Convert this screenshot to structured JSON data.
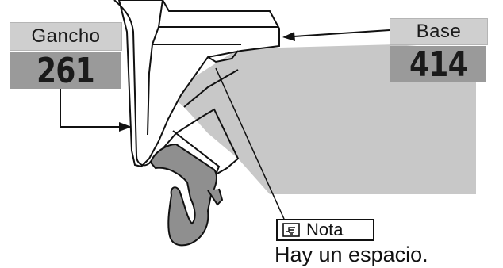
{
  "labels": {
    "gancho": {
      "name": "Gancho",
      "number": "261"
    },
    "base": {
      "name": "Base",
      "number": "414"
    }
  },
  "note": {
    "icon": "pointing-hand-note-icon",
    "title": "Nota",
    "text": "Hay un espacio."
  },
  "colors": {
    "gray_region": "#c8c8c8",
    "hook": "#8f8f8f",
    "label_light": "#cfcfcf",
    "label_dark": "#9a9a9a",
    "line": "#111111"
  }
}
